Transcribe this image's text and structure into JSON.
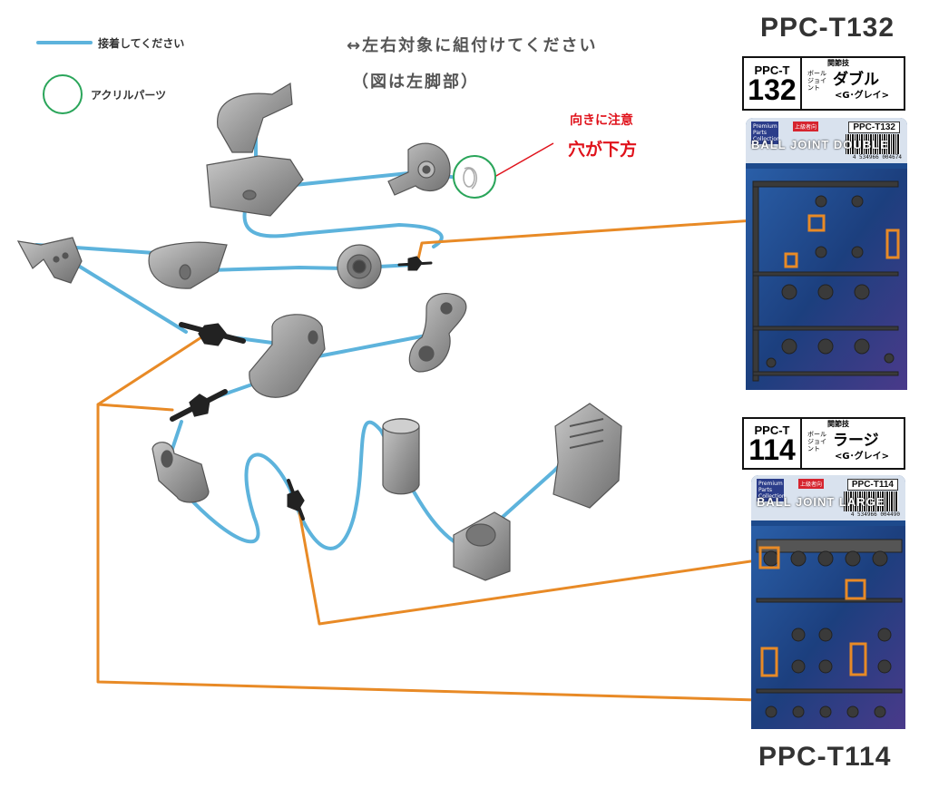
{
  "legend": {
    "glue_label": "接着してください",
    "acrylic_label": "アクリルパーツ"
  },
  "instructions": {
    "line1": "↔左右対象に組付けてください",
    "line2": "（図は左脚部）"
  },
  "orientation_note": {
    "line1": "向きに注意",
    "line2": "穴が下方"
  },
  "colors": {
    "glue_line": "#5db3dc",
    "callout_line": "#e88a26",
    "acrylic_circle": "#2aa55a",
    "note_red": "#e0121b",
    "part_gray": "#8d8d8d",
    "joint_black": "#222222"
  },
  "products": [
    {
      "model": "PPC-T132",
      "label_code": "PPC-T",
      "label_number": "132",
      "category": "関節技",
      "subtitle": "ボール ジョイント",
      "name": "ダブル",
      "color": "<G･グレイ>",
      "card_code": "PPC-T132",
      "card_brand": "Premium Parts Collection",
      "card_grade": "上級者向",
      "card_title": "BALL JOINT DOUBLE",
      "card_jan": "4 534966 004674"
    },
    {
      "model": "PPC-T114",
      "label_code": "PPC-T",
      "label_number": "114",
      "category": "関節技",
      "subtitle": "ボール ジョイント",
      "name": "ラージ",
      "color": "<G･グレイ>",
      "card_code": "PPC-T114",
      "card_brand": "Premium Parts Collection",
      "card_grade": "上級者向",
      "card_title": "BALL JOINT LARGE",
      "card_jan": "4 534966 004490"
    }
  ]
}
